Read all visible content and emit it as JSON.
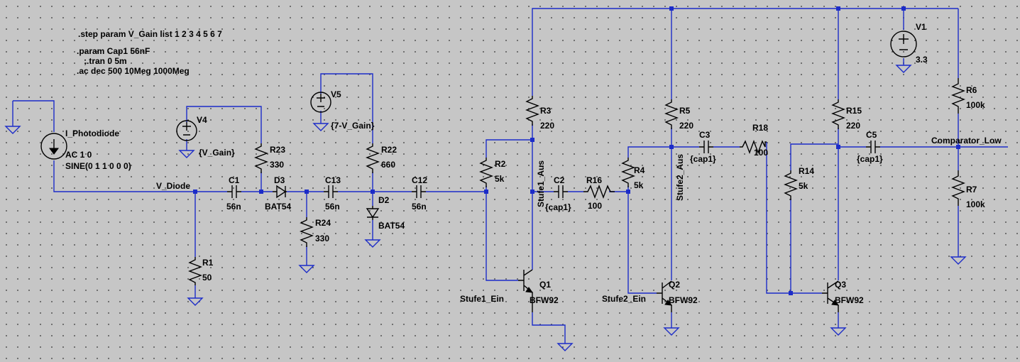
{
  "directives": [
    ".step param V_Gain list 1 2 3 4 5 6 7",
    ".param Cap1 56nF",
    ";.tran 0 5m",
    ".ac dec 500 10Meg 1000Meg"
  ],
  "nets": {
    "v_diode": "V_Diode",
    "stufe1_aus": "Stufe1_Aus",
    "stufe2_aus": "Stufe2_Aus",
    "stufe1_ein": "Stufe1_Ein",
    "stufe2_ein": "Stufe2_Ein",
    "comparator_low": "Comparator_Low"
  },
  "components": {
    "i_photodiode": {
      "name": "I_Photodiode",
      "value1": "AC 1 0",
      "value2": "SINE(0 1 1 0 0 0)"
    },
    "v4": {
      "name": "V4",
      "value": "{V_Gain}"
    },
    "v5": {
      "name": "V5",
      "value": "{7-V_Gain}"
    },
    "v1": {
      "name": "V1",
      "value": "3.3"
    },
    "r1": {
      "name": "R1",
      "value": "50"
    },
    "c1": {
      "name": "C1",
      "value": "56n"
    },
    "d3": {
      "name": "D3",
      "value": "BAT54"
    },
    "r23": {
      "name": "R23",
      "value": "330"
    },
    "c13": {
      "name": "C13",
      "value": "56n"
    },
    "r24": {
      "name": "R24",
      "value": "330"
    },
    "r22": {
      "name": "R22",
      "value": "660"
    },
    "d2": {
      "name": "D2",
      "value": "BAT54"
    },
    "c12": {
      "name": "C12",
      "value": "56n"
    },
    "r2": {
      "name": "R2",
      "value": "5k"
    },
    "r3": {
      "name": "R3",
      "value": "220"
    },
    "c2": {
      "name": "C2",
      "value": "{cap1}"
    },
    "r16": {
      "name": "R16",
      "value": "100"
    },
    "q1": {
      "name": "Q1",
      "value": "BFW92"
    },
    "r4": {
      "name": "R4",
      "value": "5k"
    },
    "r5": {
      "name": "R5",
      "value": "220"
    },
    "c3": {
      "name": "C3",
      "value": "{cap1}"
    },
    "r18": {
      "name": "R18",
      "value": "100"
    },
    "q2": {
      "name": "Q2",
      "value": "BFW92"
    },
    "r14": {
      "name": "R14",
      "value": "5k"
    },
    "r15": {
      "name": "R15",
      "value": "220"
    },
    "c5": {
      "name": "C5",
      "value": "{cap1}"
    },
    "q3": {
      "name": "Q3",
      "value": "BFW92"
    },
    "r6": {
      "name": "R6",
      "value": "100k"
    },
    "r7": {
      "name": "R7",
      "value": "100k"
    }
  }
}
